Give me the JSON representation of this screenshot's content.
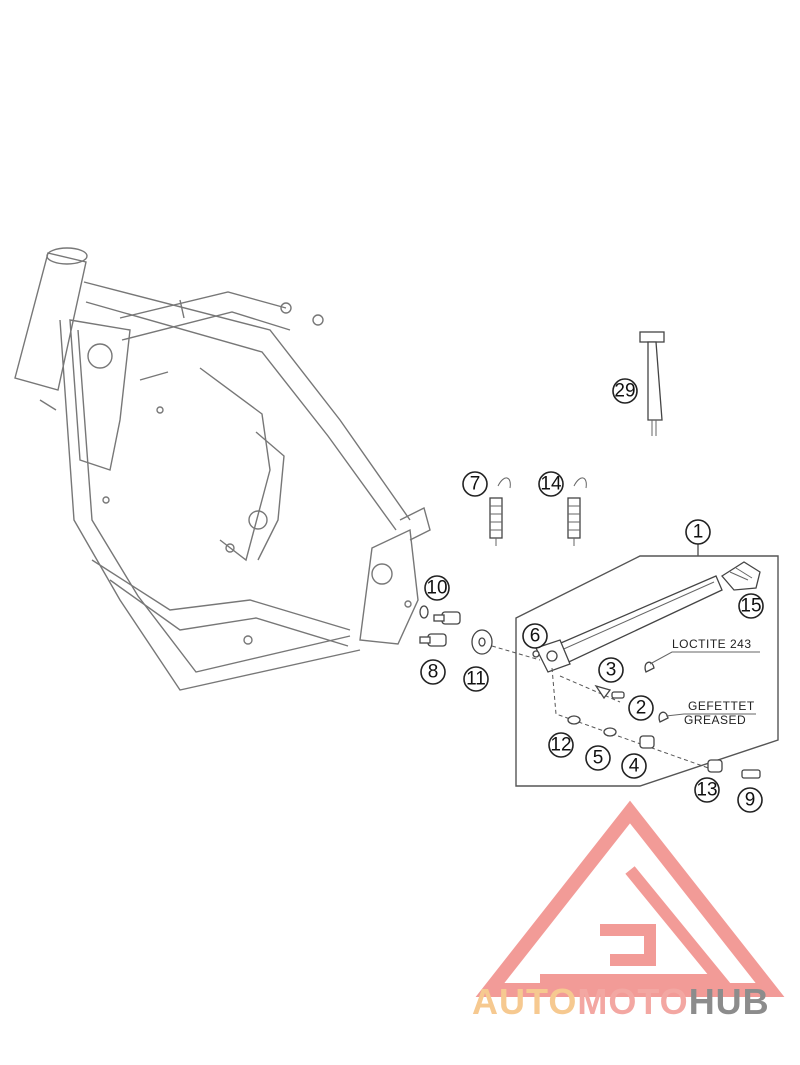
{
  "callouts": {
    "c1": "1",
    "c2": "2",
    "c3": "3",
    "c4": "4",
    "c5": "5",
    "c6": "6",
    "c7": "7",
    "c8": "8",
    "c9": "9",
    "c10": "10",
    "c11": "11",
    "c12": "12",
    "c13": "13",
    "c14": "14",
    "c15": "15",
    "c29": "29"
  },
  "notes": {
    "loctite": "LOCTITE 243",
    "gefettet": "GEFETTET",
    "greased": "GREASED"
  },
  "watermark": {
    "part1": "AUTO",
    "part2": "MOTO",
    "part3": "HUB",
    "color_auto": "#f6c990",
    "color_moto": "#f3a7a2",
    "color_hub": "#8c8c8c",
    "triangle_color": "#f08a86"
  }
}
